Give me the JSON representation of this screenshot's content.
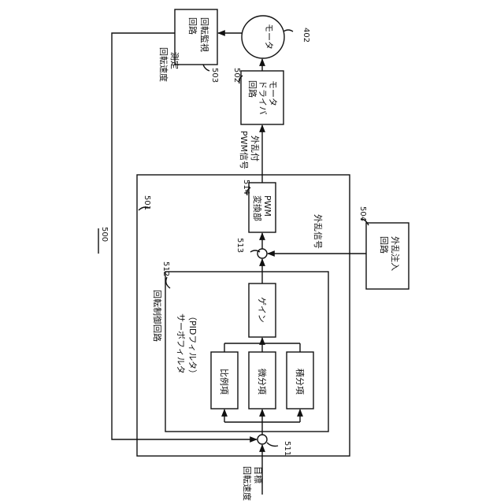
{
  "system_ref": "500",
  "control_circuit": {
    "ref": "501",
    "label": "回転制御回路"
  },
  "servo_filter": {
    "ref": "512",
    "label_line1": "サーボフィルタ",
    "label_line2": "（PIDフィルタ）"
  },
  "blocks": {
    "proportional": "比例項",
    "derivative": "微分項",
    "integral": "積分項",
    "gain": "ゲイン",
    "pwm_line1": "PWM",
    "pwm_line2": "変換部",
    "pwm_ref": "514",
    "driver_line1": "モータ",
    "driver_line2": "ドライバ",
    "driver_line3": "回路",
    "driver_ref": "502",
    "monitor_line1": "回転監視",
    "monitor_line2": "回路",
    "monitor_ref": "503",
    "motor": "モータ",
    "motor_ref": "402",
    "injection_line1": "外乱注入",
    "injection_line2": "回路",
    "injection_ref": "504"
  },
  "junctions": {
    "input_ref": "511",
    "disturbance_ref": "513"
  },
  "signals": {
    "target_line1": "目標",
    "target_line2": "回転速度",
    "measured_line1": "測定",
    "measured_line2": "回転速度",
    "disturbance": "外乱信号",
    "pwm_out_line1": "外乱付",
    "pwm_out_line2": "PWM信号"
  }
}
